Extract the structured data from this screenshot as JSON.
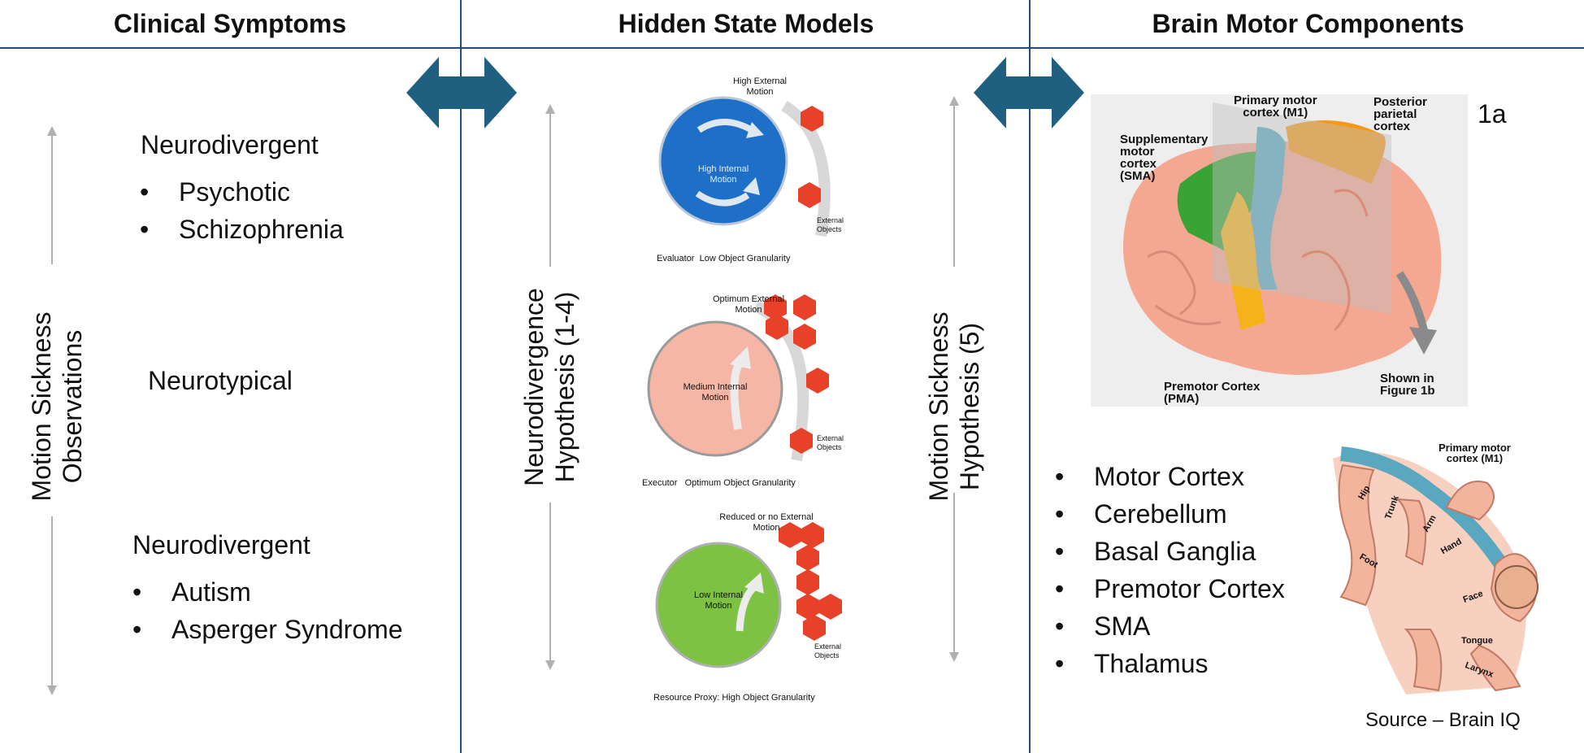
{
  "headers": {
    "clinical": "Clinical Symptoms",
    "hidden": "Hidden State Models",
    "brain": "Brain Motor Components"
  },
  "clinical": {
    "side_label": [
      "Motion Sickness",
      "Observations"
    ],
    "top_group": {
      "title": "Neurodivergent",
      "items": [
        "Psychotic",
        "Schizophrenia"
      ]
    },
    "middle": "Neurotypical",
    "bottom_group": {
      "title": "Neurodivergent",
      "items": [
        "Autism",
        "Asperger Syndrome"
      ]
    }
  },
  "hidden": {
    "left_label": [
      "Neurodivergence",
      "Hypothesis (1-4)"
    ],
    "right_label": [
      "Motion Sickness",
      "Hypothesis (5)"
    ],
    "models": [
      {
        "circle_label": [
          "High Internal",
          "Motion"
        ],
        "motion_label": [
          "High External",
          "Motion"
        ],
        "objects_label": [
          "External",
          "Objects"
        ],
        "caption_role": "Evaluator",
        "caption": "Low Object Granularity",
        "color": "#1e6fc7"
      },
      {
        "circle_label": [
          "Medium  Internal",
          "Motion"
        ],
        "motion_label": [
          "Optimum External",
          "Motion"
        ],
        "objects_label": [
          "External",
          "Objects"
        ],
        "caption_role": "Executor",
        "caption": "Optimum Object Granularity",
        "color": "#f6b6a6"
      },
      {
        "circle_label": [
          "Low Internal",
          "Motion"
        ],
        "motion_label": [
          "Reduced or no External",
          "Motion"
        ],
        "objects_label": [
          "External",
          "Objects"
        ],
        "caption_role": "",
        "caption": "Resource Proxy: High Object Granularity",
        "color": "#7dc242"
      }
    ]
  },
  "brain": {
    "fig_label": "1a",
    "regions": {
      "sma": [
        "Supplementary",
        "motor",
        "cortex",
        "(SMA)"
      ],
      "m1": [
        "Primary motor",
        "cortex (M1)"
      ],
      "ppc": [
        "Posterior",
        "parietal",
        "cortex"
      ],
      "pma": [
        "Premotor Cortex",
        "(PMA)"
      ],
      "shown": [
        "Shown in",
        "Figure 1b"
      ]
    },
    "components": [
      "Motor Cortex",
      "Cerebellum",
      "Basal Ganglia",
      "Premotor Cortex",
      "SMA",
      "Thalamus"
    ],
    "homunculus": {
      "title": [
        "Primary motor",
        "cortex (M1)"
      ],
      "labels": [
        "Hip",
        "Trunk",
        "Arm",
        "Hand",
        "Foot",
        "Face",
        "Tongue",
        "Larynx"
      ]
    },
    "source": "Source – Brain IQ"
  },
  "colors": {
    "divider": "#1f4e79",
    "arrow": "#1f5f7f",
    "hex": "#e8412a"
  }
}
